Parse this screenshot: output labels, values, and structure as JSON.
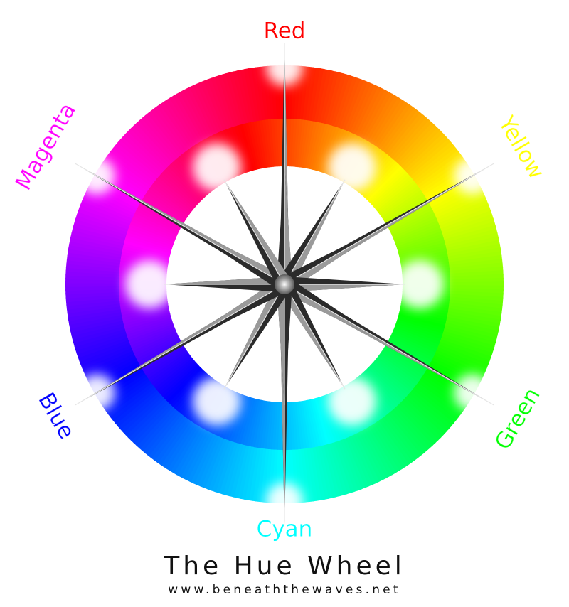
{
  "title": "The Hue Wheel",
  "url": "www.beneaththewaves.net",
  "labels": [
    {
      "text": "Red",
      "color": "#ff0000"
    },
    {
      "text": "Yellow",
      "color": "#ffff00"
    },
    {
      "text": "Green",
      "color": "#00ff00"
    },
    {
      "text": "Cyan",
      "color": "#00ffff"
    },
    {
      "text": "Blue",
      "color": "#0000ff"
    },
    {
      "text": "Magenta",
      "color": "#ff00ff"
    }
  ]
}
